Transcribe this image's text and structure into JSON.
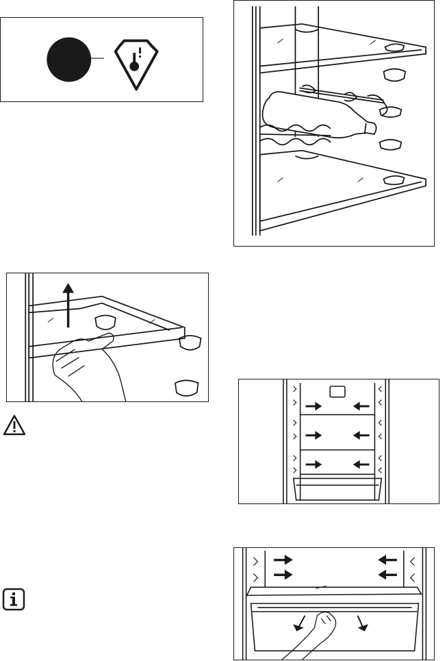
{
  "page": {
    "figures": [
      {
        "id": "symbol-panel",
        "icons": [
          "filled-circle-icon",
          "coldest-zone-icon"
        ]
      },
      {
        "id": "shelf-removal",
        "icons": [
          "up-arrow-icon",
          "hand-icon"
        ]
      },
      {
        "id": "wine-rack-shelves",
        "icons": [
          "wine-bottle-icon",
          "bottle-rack-icon"
        ]
      },
      {
        "id": "door-balcony-adjust",
        "icons": [
          "arrow-right-icon",
          "arrow-left-icon"
        ]
      },
      {
        "id": "drawer-removal",
        "icons": [
          "arrow-right-icon",
          "arrow-left-icon",
          "hand-icon"
        ]
      }
    ],
    "notices": [
      "warning-icon",
      "info-icon"
    ],
    "colors": {
      "line": "#1a1a1a",
      "background": "#ffffff"
    }
  }
}
